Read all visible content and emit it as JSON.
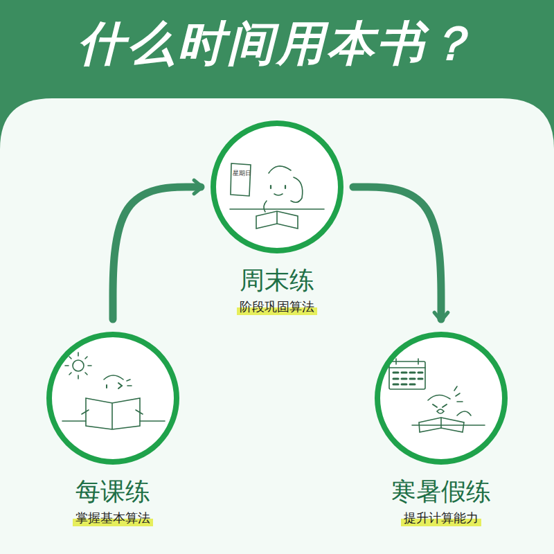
{
  "diagram": {
    "title": "什么时间用本书？",
    "nodes": [
      {
        "text": [
          "周末练",
          "阶段巩固算法"
        ]
      },
      {
        "text": [
          "每课练",
          "掌握基本算法"
        ]
      },
      {
        "text": [
          "寒暑假练",
          "提升计算能力"
        ]
      }
    ],
    "edges": [
      {
        "from": 1,
        "to": 0,
        "arrow": "to"
      },
      {
        "from": 0,
        "to": 2,
        "arrow": "to"
      }
    ],
    "labels": [
      "星期日"
    ]
  }
}
